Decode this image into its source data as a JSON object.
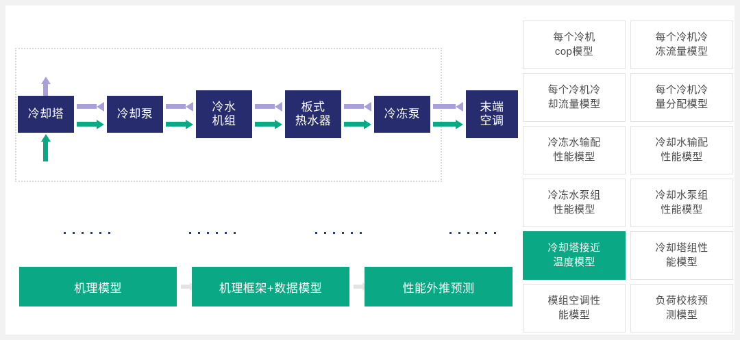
{
  "diagram": {
    "title": "HVAC system model architecture diagram",
    "colors": {
      "box_navy": "#262c6e",
      "accent_green": "#0aa884",
      "accent_purple": "#a99fd9",
      "cell_border": "#e3e3e3",
      "stage_arrow": "#e4e4e4",
      "dotted_border": "#d6d6d6"
    }
  },
  "flow": {
    "boundary_label": "",
    "nodes": [
      {
        "id": "cooling-tower",
        "label": "冷却塔",
        "lines": [
          "冷却塔"
        ]
      },
      {
        "id": "cooling-pump",
        "label": "冷却泵",
        "lines": [
          "冷却泵"
        ]
      },
      {
        "id": "chiller-unit",
        "label": "冷水机组",
        "lines": [
          "冷水",
          "机组"
        ]
      },
      {
        "id": "plate-heater",
        "label": "板式热水器",
        "lines": [
          "板式",
          "热水器"
        ]
      },
      {
        "id": "chilled-pump",
        "label": "冷冻泵",
        "lines": [
          "冷冻泵"
        ]
      },
      {
        "id": "terminal-ac",
        "label": "末端空调",
        "lines": [
          "末端",
          "空调"
        ]
      }
    ],
    "connectors": [
      {
        "from": "cooling-pump",
        "to": "cooling-tower",
        "color": "purple",
        "direction": "left"
      },
      {
        "from": "cooling-tower",
        "to": "cooling-pump",
        "color": "green",
        "direction": "right"
      },
      {
        "from": "chiller-unit",
        "to": "cooling-pump",
        "color": "purple",
        "direction": "left"
      },
      {
        "from": "cooling-pump",
        "to": "chiller-unit",
        "color": "green",
        "direction": "right"
      },
      {
        "from": "plate-heater",
        "to": "chiller-unit",
        "color": "purple",
        "direction": "left"
      },
      {
        "from": "chiller-unit",
        "to": "plate-heater",
        "color": "green",
        "direction": "right"
      },
      {
        "from": "chilled-pump",
        "to": "plate-heater",
        "color": "purple",
        "direction": "left"
      },
      {
        "from": "plate-heater",
        "to": "chilled-pump",
        "color": "green",
        "direction": "right"
      },
      {
        "from": "terminal-ac",
        "to": "chilled-pump",
        "color": "purple",
        "direction": "left"
      },
      {
        "from": "chilled-pump",
        "to": "terminal-ac",
        "color": "green",
        "direction": "right"
      }
    ],
    "vertical_connectors": [
      {
        "at": "cooling-tower",
        "position": "top",
        "color": "purple",
        "direction": "up"
      },
      {
        "at": "cooling-tower",
        "position": "bottom",
        "color": "green",
        "direction": "up"
      }
    ],
    "ellipsis_groups": 4,
    "ellipsis_dots_per_group": 6
  },
  "stages": {
    "items": [
      {
        "id": "mechanism-model",
        "label": "机理模型"
      },
      {
        "id": "framework-data-model",
        "label": "机理框架+数据模型"
      },
      {
        "id": "performance-forecast",
        "label": "性能外推预测"
      }
    ]
  },
  "models": {
    "rows": [
      [
        {
          "id": "chiller-cop",
          "lines": [
            "每个冷机",
            "cop模型"
          ],
          "highlighted": false
        },
        {
          "id": "chiller-chilled-flow",
          "lines": [
            "每个冷机冷",
            "冻流量模型"
          ],
          "highlighted": false
        }
      ],
      [
        {
          "id": "chiller-cooling-flow",
          "lines": [
            "每个冷机冷",
            "却流量模型"
          ],
          "highlighted": false
        },
        {
          "id": "chiller-load-allocation",
          "lines": [
            "每个冷机冷",
            "量分配模型"
          ],
          "highlighted": false
        }
      ],
      [
        {
          "id": "chilled-water-transport",
          "lines": [
            "冷冻水输配",
            "性能模型"
          ],
          "highlighted": false
        },
        {
          "id": "cooling-water-transport",
          "lines": [
            "冷却水输配",
            "性能模型"
          ],
          "highlighted": false
        }
      ],
      [
        {
          "id": "chilled-pump-group",
          "lines": [
            "冷冻水泵组",
            "性能模型"
          ],
          "highlighted": false
        },
        {
          "id": "cooling-pump-group",
          "lines": [
            "冷却水泵组",
            "性能模型"
          ],
          "highlighted": false
        }
      ],
      [
        {
          "id": "tower-approach-temp",
          "lines": [
            "冷却塔接近",
            "温度模型"
          ],
          "highlighted": true
        },
        {
          "id": "tower-group-performance",
          "lines": [
            "冷却塔组性",
            "能模型"
          ],
          "highlighted": false
        }
      ],
      [
        {
          "id": "modular-ac-performance",
          "lines": [
            "模组空调性",
            "能模型"
          ],
          "highlighted": false
        },
        {
          "id": "load-check-forecast",
          "lines": [
            "负荷校核预",
            "测模型"
          ],
          "highlighted": false
        }
      ]
    ]
  }
}
